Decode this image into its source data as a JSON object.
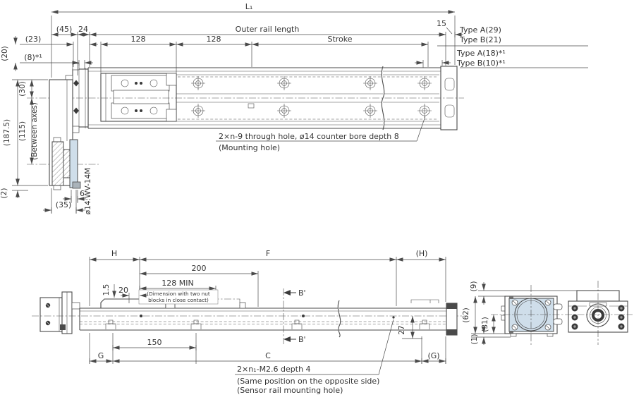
{
  "colors": {
    "line": "#4a4a4a",
    "text": "#333333",
    "flange_blue": "#cfdeea",
    "background": "#ffffff"
  },
  "top": {
    "l1": "L₁",
    "d45": "(45)",
    "d24": "24",
    "outer": "Outer rail length",
    "d15": "15",
    "d23": "(23)",
    "d128a": "128",
    "d128b": "128",
    "stroke": "Stroke",
    "d8": "(8)*¹",
    "typeA29": "Type A(29)",
    "typeB21": "Type B(21)",
    "typeA18": "Type A(18)*¹",
    "typeB10": "Type B(10)*¹",
    "d20": "(20)",
    "d30": "(30)",
    "d115": "(115)",
    "between": "(Between axes)",
    "d1875": "(187.5)",
    "d2": "(2)",
    "d35": "(35)",
    "d6": "6",
    "shaft": "ø14:WV-14M",
    "note1": "2×n-9 through hole, ø14 counter bore depth 8",
    "note2": "(Mounting hole)"
  },
  "side": {
    "h": "H",
    "f": "F",
    "hp": "(H)",
    "d200": "200",
    "d128min": "128 MIN",
    "nut1": "(Dimension with two nut",
    "nut2": "blocks in close contact)",
    "d15": "1.5",
    "d20": "20",
    "b": "B'",
    "g": "G",
    "d150": "150",
    "c": "C",
    "d27": "27",
    "gp": "(G)",
    "note1": "2×n₁-M2.6 depth 4",
    "note2": "(Same position on the opposite side)",
    "note3": "(Sensor rail mounting hole)"
  },
  "end": {
    "d9": "(9)",
    "d62": "(62)",
    "d31": "(31)",
    "d1": "(1)"
  }
}
